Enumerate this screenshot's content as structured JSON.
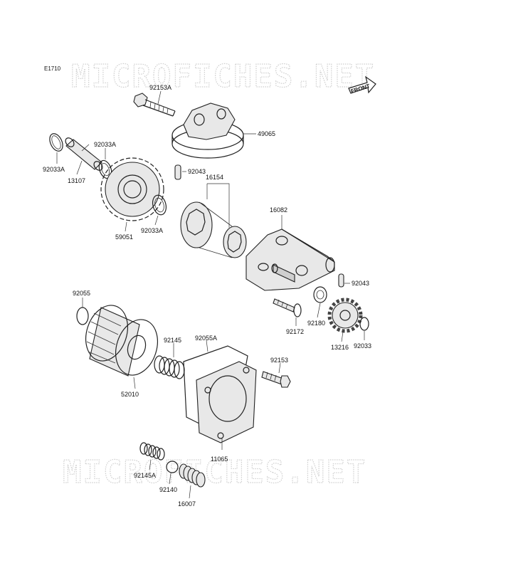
{
  "diagram_code": "E1710",
  "watermark_text": "MICROFICHES.NET",
  "front_label": "FRONT",
  "part_labels": {
    "p92153A": "92153A",
    "p49065": "49065",
    "p92033A_left": "92033A",
    "p92033A_mid": "92033A",
    "p92033A_bottom": "92033A",
    "p13107": "13107",
    "p92043_top": "92043",
    "p16154": "16154",
    "p16082": "16082",
    "p59051": "59051",
    "p92055": "92055",
    "p92043_right": "92043",
    "p92172": "92172",
    "p92180": "92180",
    "p13216": "13216",
    "p92033": "92033",
    "p92145": "92145",
    "p92055A": "92055A",
    "p92153": "92153",
    "p52010": "52010",
    "p11065": "11065",
    "p92145A": "92145A",
    "p92140": "92140",
    "p16007": "16007"
  }
}
